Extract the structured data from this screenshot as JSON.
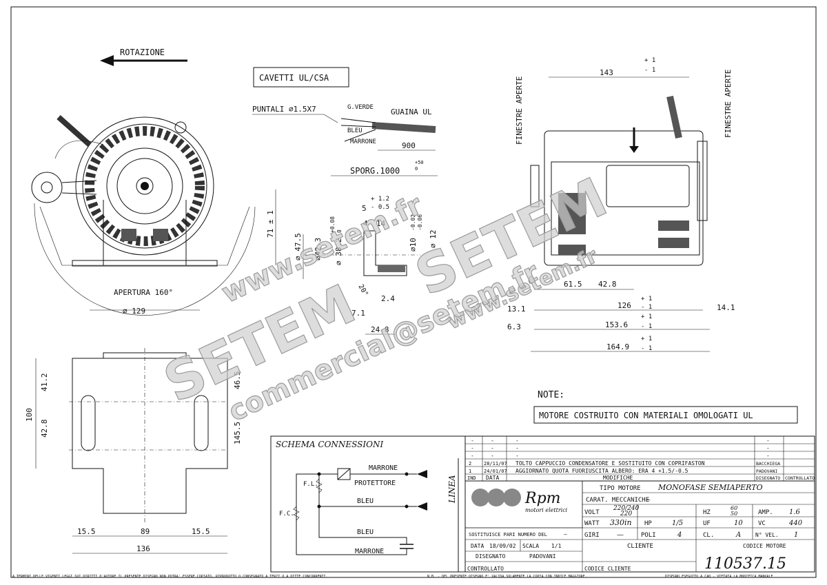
{
  "motor_view": {
    "rotation": "ROTAZIONE",
    "opening": "APERTURA 160°",
    "diameter_129": "⌀ 129",
    "height_71": "71 ± 1"
  },
  "cables": {
    "title": "CAVETTI UL/CSA",
    "terminals": "PUNTALI ⌀1.5X7",
    "sheath": "GUAINA UL",
    "green_yellow": "G.VERDE",
    "blue": "BLEU",
    "brown": "MARRONE",
    "len_900": "900",
    "overhang": "SPORG.1000",
    "overhang_tol_top": "+50",
    "overhang_tol_bottom": "0"
  },
  "shaft_detail": {
    "d_47_5": "⌀ 47.5",
    "d_42_3": "⌀42.3",
    "d_38_2": "⌀ 38.2",
    "tol_38_top": "+0.08",
    "tol_38_bottom": "0",
    "d_12": "⌀ 12",
    "d_10": "⌀10",
    "tol_10_top": "-0.02",
    "tol_10_bottom": "-0.06",
    "len_5": "5",
    "len_5_tol_top": "+ 1.2",
    "len_5_tol_bottom": "- 0.5",
    "len_4": "4",
    "len_14": "14",
    "angle": "20°",
    "len_2_4": "2.4",
    "len_7_1": "7.1",
    "len_24_8": "24.8"
  },
  "side_view": {
    "windows_left": "FINESTRE APERTE",
    "windows_right": "FINESTRE APERTE",
    "len_143": "143",
    "tol_plus1": "+ 1",
    "tol_minus1": "- 1",
    "len_61_5": "61.5",
    "len_42_8": "42.8",
    "len_126": "126",
    "len_13_1": "13.1",
    "len_14_1": "14.1",
    "len_6_3": "6.3",
    "len_153_6": "153.6",
    "len_164_9": "164.9"
  },
  "bottom_view": {
    "len_100": "100",
    "len_41_2": "41.2",
    "len_42_8": "42.8",
    "len_46_5": "46.5",
    "len_145": "145.5",
    "len_15_5a": "15.5",
    "len_89": "89",
    "len_15_5b": "15.5",
    "len_136": "136"
  },
  "notes": {
    "label": "NOTE:",
    "text": "MOTORE COSTRUITO CON MATERIALI OMOLOGATI UL"
  },
  "schema": {
    "title": "SCHEMA CONNESSIONI",
    "brown_top": "MARRONE",
    "protector": "PROTETTORE",
    "blue_1": "BLEU",
    "blue_2": "BLEU",
    "brown_bottom": "MARRONE",
    "fl": "F.L.",
    "fc": "F.C.",
    "line": "LINEA"
  },
  "revisions": {
    "rows": [
      {
        "ind": "-",
        "date": "-",
        "text": "-",
        "by": "-"
      },
      {
        "ind": "-",
        "date": "-",
        "text": "-",
        "by": "-"
      },
      {
        "ind": "-",
        "date": "-",
        "text": "-",
        "by": "-"
      },
      {
        "ind": "2",
        "date": "28/11/07",
        "text": "TOLTO CAPPUCCIO CONDENSATORE E SOSTITUITO CON COPRIFASTON",
        "by": "BACCHIEGA"
      },
      {
        "ind": "1",
        "date": "24/01/07",
        "text": "AGGIORNATO QUOTA FUORIUSCITA ALBERO: ERA 4 +1.5/-0.5",
        "by": "PADOVANI"
      }
    ],
    "h_ind": "IND",
    "h_date": "DATA",
    "h_mod": "MODIFICHE",
    "h_drawn": "DISEGNATO",
    "h_checked": "CONTROLLATO"
  },
  "title_block": {
    "brand": "Rpm",
    "brand_sub": "motori elettrici",
    "type_label": "TIPO MOTORE",
    "type_value": "MONOFASE SEMIAPERTO",
    "mech_label": "CARAT. MECCANICHE",
    "mech_value": "—",
    "volt_label": "VOLT",
    "volt_value_1": "220/240",
    "volt_value_2": "220",
    "hz_label": "HZ",
    "hz_value_1": "60",
    "hz_value_2": "50",
    "amp_label": "AMP.",
    "amp_value": "1.6",
    "watt_label": "WATT",
    "watt_value": "330in",
    "hp_label": "HP",
    "hp_value": "1/5",
    "uf_label": "UF",
    "uf_value": "10",
    "vc_label": "VC",
    "vc_value": "440",
    "giri_label": "GIRI",
    "giri_value": "—",
    "poli_label": "POLI",
    "poli_value": "4",
    "cl_label": "CL.",
    "cl_value": "A",
    "vel_label": "N° VEL.",
    "vel_value": "1",
    "replaces": "SOSTITUISCE PARI NUMERO DEL",
    "replaces_value": "—",
    "date_label": "DATA",
    "date_value": "18/09/02",
    "scale_label": "SCALA",
    "scale_value": "1/1",
    "client_label": "CLIENTE",
    "code_label": "CODICE MOTORE",
    "code_value": "110537.15",
    "drawn_label": "DISEGNATO",
    "drawn_value": "PADOVANI",
    "checked_label": "CONTROLLATO",
    "client_code_label": "CODICE CLIENTE"
  },
  "footer": {
    "left": "A TERMINI DELLE VIGENTI LEGGI SUI DIRITTI D'AUTORE IL PRESENTE DISEGNO NON POTRA' ESSERE COPIATO, RIPRODOTTO O CONSEGNATO A TERZI O A DITTE CONCORRENTI.",
    "mid": "N.B. - DEL PRESENTE DISEGNO E' VALIDA SOLAMENTE LA COPIA CON INDICE MAGGIORE.",
    "right": "DISEGNO ESEGUITO A CAD - VIETATA LA MODIFICA MANUALE"
  },
  "watermark": {
    "url_1": "www.setem.fr",
    "url_2": "www.setem.fr",
    "brand_1": "SETEM",
    "brand_2": "SETEM",
    "email": "commercial@setem.fr"
  }
}
